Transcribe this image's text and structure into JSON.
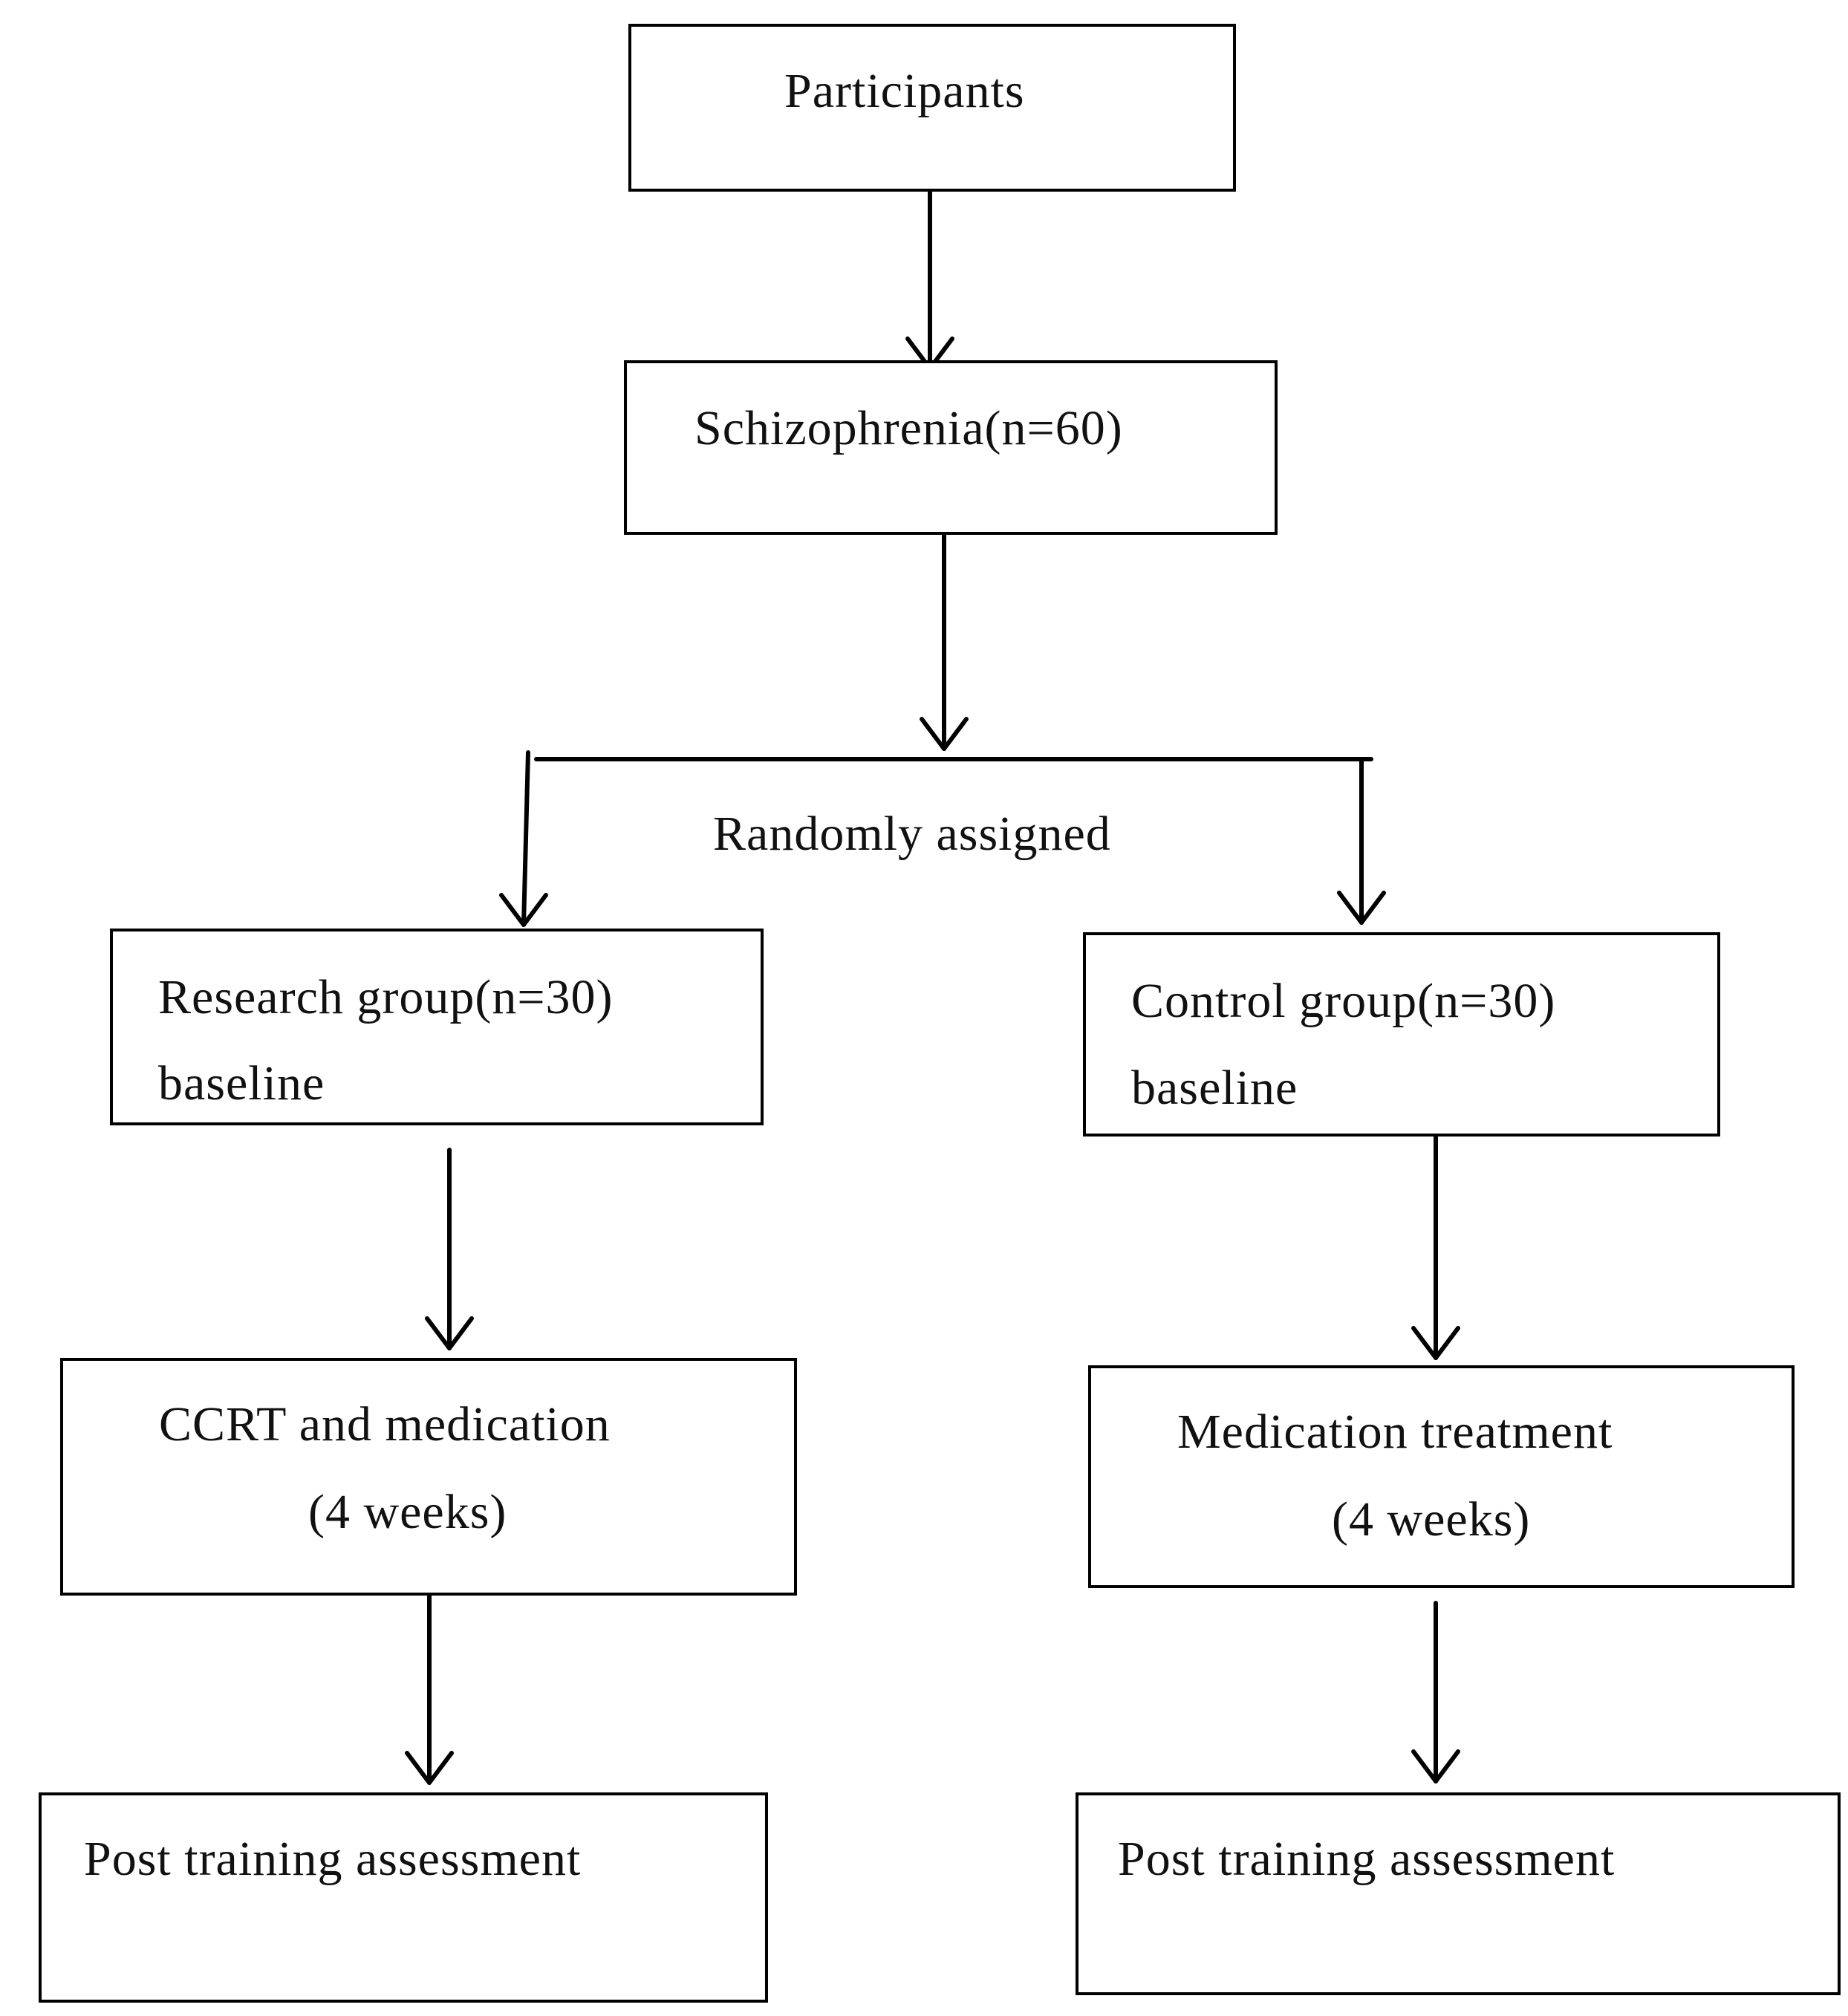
{
  "diagram": {
    "participants": "Participants",
    "schizophrenia": "Schizophrenia(n=60)",
    "randomly_assigned": "Randomly assigned",
    "research_group": {
      "line1": "Research group(n=30)",
      "line2": "baseline"
    },
    "control_group": {
      "line1": "Control group(n=30)",
      "line2": "baseline"
    },
    "research_treatment": {
      "line1": "CCRT and medication",
      "line2": "(4 weeks)"
    },
    "control_treatment": {
      "line1": "Medication treatment",
      "line2": "(4 weeks)"
    },
    "research_post": "Post training assessment",
    "control_post": "Post training assessment"
  }
}
